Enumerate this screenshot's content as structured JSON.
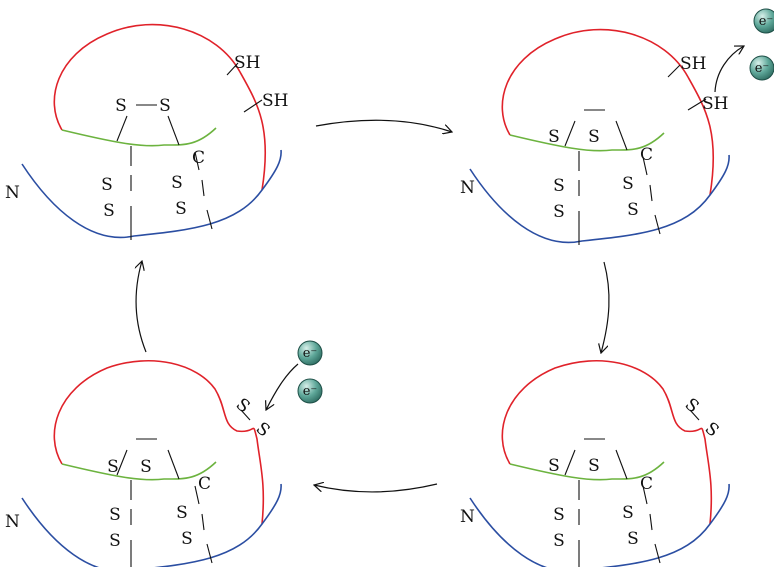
{
  "labels": {
    "n_terminus": "N",
    "c_terminus": "C",
    "sulfur": "S",
    "thiol": "SH",
    "electron": "e⁻"
  },
  "colors": {
    "loop": "#e0222a",
    "core": "#6cb33f",
    "tail": "#2b4ea2",
    "arrow": "#111111",
    "electron_fill": "#4f9a8c",
    "electron_stroke": "#1e4f47"
  },
  "states": [
    {
      "name": "reduced-state",
      "sulfhydryls": 2,
      "electrons": 0
    },
    {
      "name": "electron-release-state",
      "sulfhydryls": 2,
      "electrons": 2
    },
    {
      "name": "oxidized-state",
      "sulfhydryls": 0,
      "electrons": 0
    },
    {
      "name": "electron-uptake-state",
      "sulfhydryls": 0,
      "electrons": 2
    }
  ]
}
